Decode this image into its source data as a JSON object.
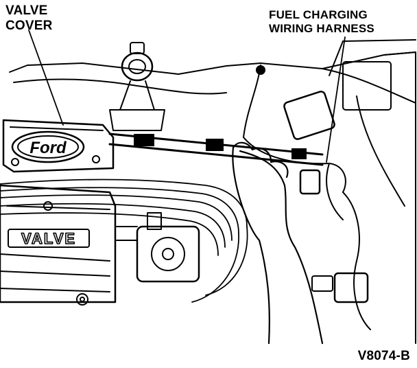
{
  "callouts": {
    "valve_cover": [
      "VALVE",
      "COVER"
    ],
    "fuel_harness": [
      "FUEL CHARGING",
      "WIRING HARNESS"
    ]
  },
  "engine": {
    "cover_stamp": "VALVE",
    "brand_emblem": "Ford"
  },
  "figure_id": "V8074-B",
  "colors": {
    "ink": "#000000",
    "paper": "#ffffff"
  }
}
